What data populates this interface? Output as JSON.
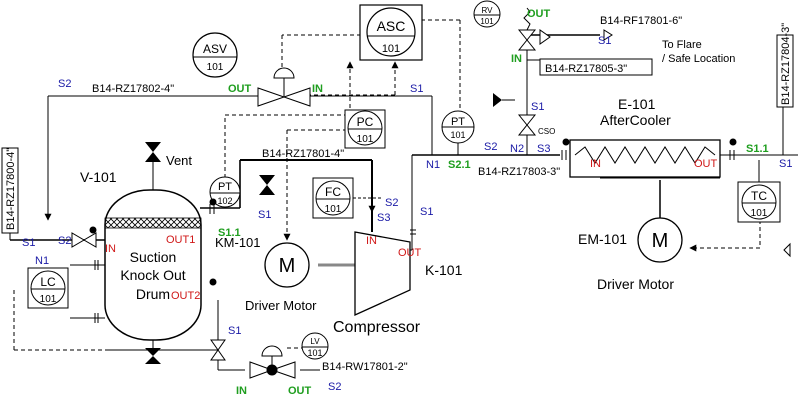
{
  "instruments": {
    "asc": {
      "tag": "ASC",
      "num": "101"
    },
    "asv": {
      "tag": "ASV",
      "num": "101"
    },
    "rv": {
      "tag": "RV",
      "num": "101"
    },
    "pt_top": {
      "tag": "PT",
      "num": "101"
    },
    "pc": {
      "tag": "PC",
      "num": "101"
    },
    "pt_102": {
      "tag": "PT",
      "num": "102"
    },
    "fc": {
      "tag": "FC",
      "num": "101"
    },
    "lc": {
      "tag": "LC",
      "num": "101"
    },
    "tc": {
      "tag": "TC",
      "num": "101"
    },
    "lv": {
      "tag": "LV",
      "num": "101"
    }
  },
  "equipment": {
    "drum_tag": "V-101",
    "drum_name_1": "Suction",
    "drum_name_2": "Knock Out",
    "drum_name_3": "Drum",
    "vent": "Vent",
    "km_tag": "KM-101",
    "motor_symbol": "M",
    "driver_motor": "Driver Motor",
    "compressor_tag": "K-101",
    "compressor_name": "Compressor",
    "cooler_tag": "E-101",
    "cooler_name": "AfterCooler",
    "em_tag": "EM-101",
    "cso": "CSO",
    "to_flare_1": "To Flare",
    "to_flare_2": "/ Safe Location"
  },
  "lines": {
    "rz17800": "B14-RZ17800-4\"",
    "rz17802": "B14-RZ17802-4\"",
    "rz17801": "B14-RZ17801-4\"",
    "rz17803": "B14-RZ17803-3\"",
    "rz17804": "B14-RZ17804-3\"",
    "rz17805": "B14-RZ17805-3\"",
    "rf17801": "B14-RF17801-6\"",
    "rw17801": "B14-RW17801-2\""
  },
  "nodes": {
    "s1": "S1",
    "s2": "S2",
    "s3": "S3",
    "s1_1": "S1.1",
    "s2_1": "S2.1",
    "n1": "N1",
    "n2": "N2",
    "in": "IN",
    "out": "OUT",
    "out1": "OUT1",
    "out2": "OUT2"
  }
}
